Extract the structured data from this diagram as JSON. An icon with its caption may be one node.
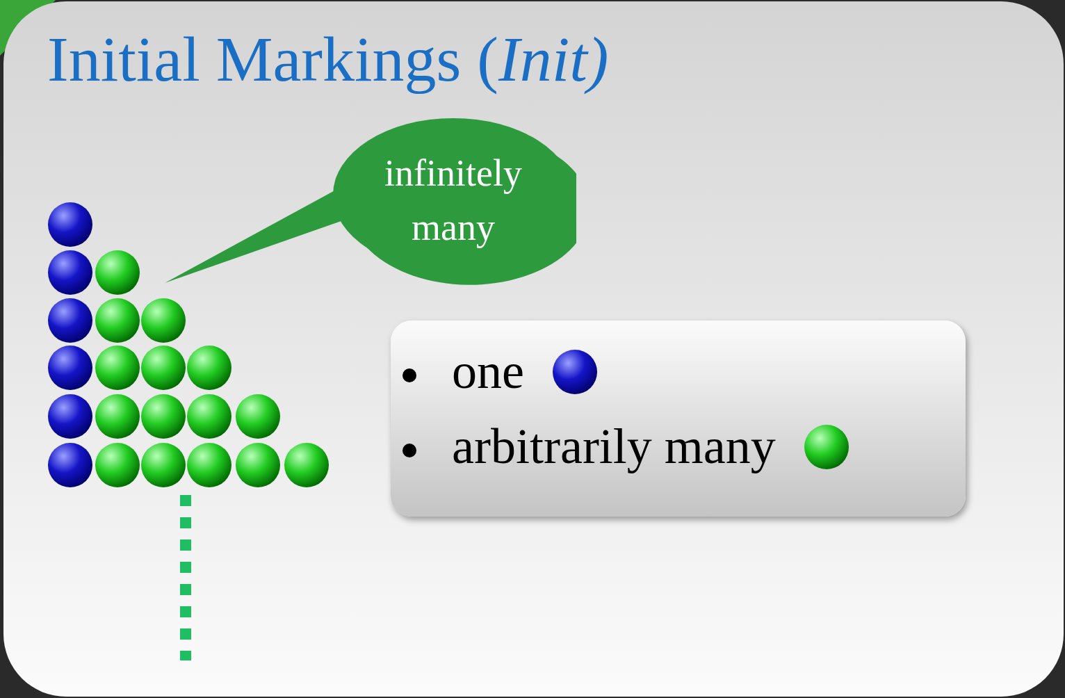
{
  "diagram": {
    "title": "Initial Markings (*Init)*",
    "nodes": [
      {
        "text": [
          "infinitely many"
        ]
      },
      {
        "text": [
          "one",
          "arbitrarily many"
        ]
      }
    ]
  }
}
